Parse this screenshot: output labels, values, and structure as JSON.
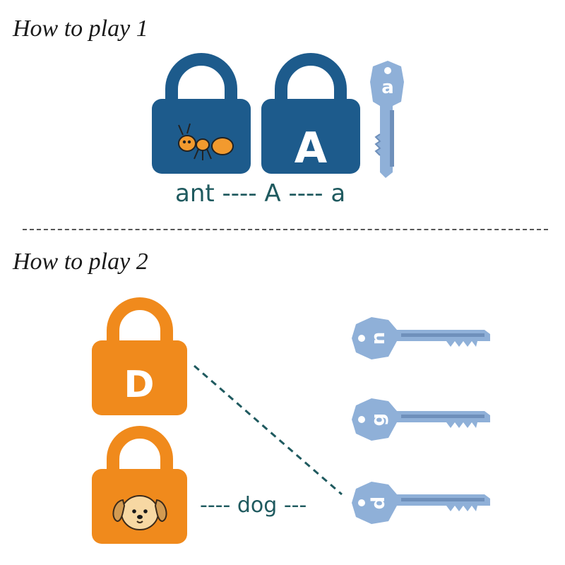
{
  "section1": {
    "heading": "How to play 1",
    "lock_letter": "A",
    "key_letter": "a",
    "caption": "ant ---- A ---- a"
  },
  "section2": {
    "heading": "How to play 2",
    "lock_letter": "D",
    "keys": [
      "n",
      "g",
      "d"
    ],
    "caption": "---- dog ---"
  },
  "colors": {
    "navy_lock": "#1d5b8c",
    "orange_lock": "#f08a1c",
    "key_blue": "#8fb0d8",
    "teal_text": "#1f5a5f",
    "ant_orange": "#f29a2e"
  },
  "icons": [
    "ant-icon",
    "dog-face-icon"
  ]
}
